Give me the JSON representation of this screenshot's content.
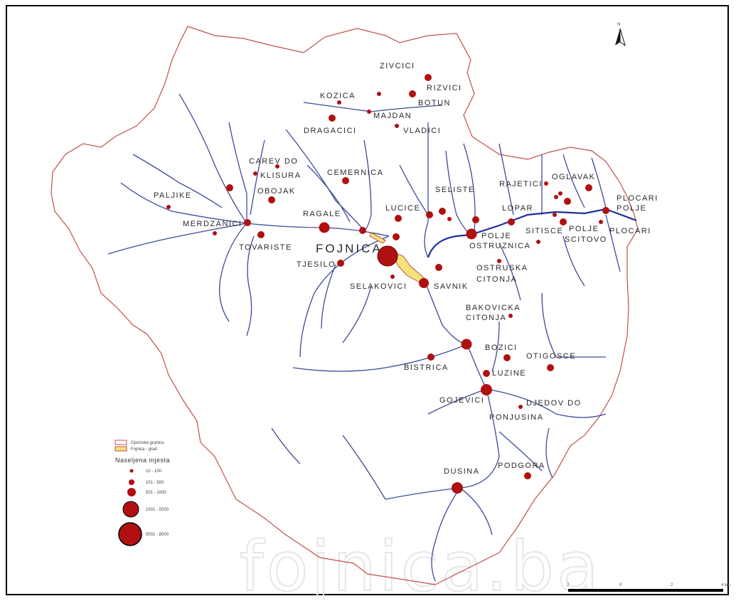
{
  "watermark": "fojnica.ba",
  "north_label": "N",
  "colors": {
    "boundary": "#c0504d",
    "river": "#3c4a9a",
    "main_river": "#1f2f9c",
    "settlement": "#b01010",
    "town_area": "#f5e27a"
  },
  "town": {
    "name": "FOJNICA"
  },
  "settlements": [
    {
      "name": "ZIVCICI"
    },
    {
      "name": "RIZVICI"
    },
    {
      "name": "KOZICA"
    },
    {
      "name": "BOTUN"
    },
    {
      "name": "MAJDAN"
    },
    {
      "name": "DRAGACICI"
    },
    {
      "name": "VLADICI"
    },
    {
      "name": "CAREV DO"
    },
    {
      "name": "KLISURA"
    },
    {
      "name": "CEMERNICA"
    },
    {
      "name": "OBOJAK"
    },
    {
      "name": "PALJIKE"
    },
    {
      "name": "SELISTE"
    },
    {
      "name": "RAJETICI"
    },
    {
      "name": "OGLAVAK"
    },
    {
      "name": "PLOCARI POLJE"
    },
    {
      "name": "LUCICE"
    },
    {
      "name": "RAGALE"
    },
    {
      "name": "LOPAR"
    },
    {
      "name": "MERDZANICI"
    },
    {
      "name": "SITISCE"
    },
    {
      "name": "POLJE SCITOVO"
    },
    {
      "name": "PLOCARI"
    },
    {
      "name": "TOVARISTE"
    },
    {
      "name": "POLJE OSTRUZNICA"
    },
    {
      "name": "TJESILO"
    },
    {
      "name": "OSTRUSKA CITONJA"
    },
    {
      "name": "SELAKOVICI"
    },
    {
      "name": "SAVNIK"
    },
    {
      "name": "BAKOVICKA CITONJA"
    },
    {
      "name": "BOZICI"
    },
    {
      "name": "OTIGOSCE"
    },
    {
      "name": "BISTRICA"
    },
    {
      "name": "LUZINE"
    },
    {
      "name": "GOJEVICI"
    },
    {
      "name": "DJEDOV DO"
    },
    {
      "name": "PONJUSINA"
    },
    {
      "name": "DUSINA"
    },
    {
      "name": "PODGORA"
    }
  ],
  "legend": {
    "boundary_label": "Opcinska granica",
    "town_label": "Fojnica - grad",
    "title": "Naseljena mjesta",
    "classes": [
      "10 - 100",
      "101 - 500",
      "501 - 1000",
      "1001 - 5000",
      "5001 - 8000"
    ]
  },
  "scale_bar": {
    "ticks": [
      "2",
      "0",
      "2",
      "4"
    ],
    "unit": "km"
  }
}
